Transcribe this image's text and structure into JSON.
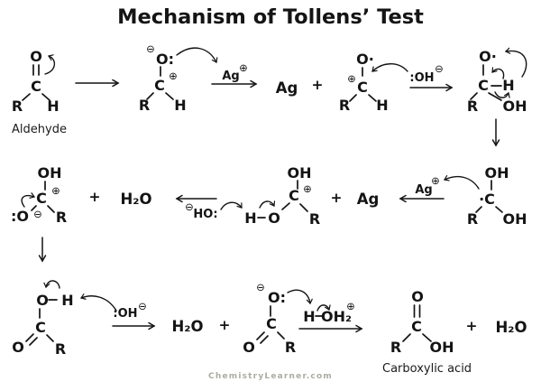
{
  "title": "Mechanism of Tollens’ Test",
  "watermark": "ChemistryLearner.com",
  "captions": {
    "aldehyde": "Aldehyde",
    "carboxylic_acid": "Carboxylic acid"
  },
  "ops": {
    "plus": "+"
  },
  "charges": {
    "plus": "⊕",
    "minus": "⊖"
  },
  "species": {
    "ag": "Ag",
    "h2o": "H₂O",
    "hydroxide": ":OH",
    "hydroxide_rev": "HO:",
    "hydronium_h": "H",
    "hydronium_oh2": "OH₂"
  },
  "atoms": {
    "o": "O",
    "c": "C",
    "r": "R",
    "h": "H",
    "oh": "OH",
    "o_colon": "O:",
    "colon_o": ":O",
    "o_radical": "O·",
    "radical_c": "·C"
  }
}
